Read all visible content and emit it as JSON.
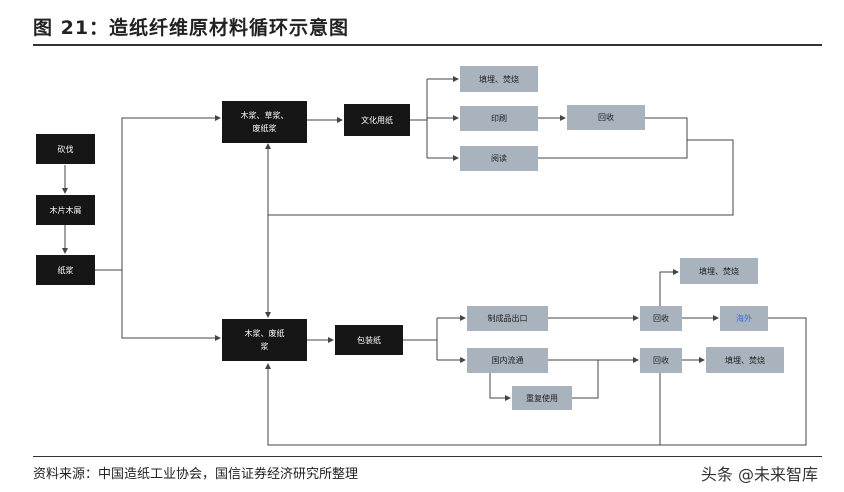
{
  "title": "图 21：造纸纤维原材料循环示意图",
  "source": "资料来源：中国造纸工业协会，国信证券经济研究所整理",
  "watermark": "头条 @未来智库",
  "nodes": {
    "wood": "砍伐",
    "woodchips": "木片木屑",
    "pulp": "纸浆",
    "pulp_top": [
      "木浆、草浆、",
      "废纸浆"
    ],
    "cultural_paper": "文化用纸",
    "landfill_top": "填埋、焚烧",
    "print": "印刷",
    "recycle_top": "回收",
    "reading": "阅读",
    "pulp_bottom": [
      "木浆、废纸",
      "浆"
    ],
    "packaging_paper": "包装纸",
    "export": "制成品出口",
    "domestic": "国内流通",
    "reuse": "重复使用",
    "recycle_mid": "回收",
    "recycle_low": "回收",
    "landfill_mid": "填埋、焚烧",
    "landfill_low": "填埋、焚烧",
    "blue": "海外"
  }
}
